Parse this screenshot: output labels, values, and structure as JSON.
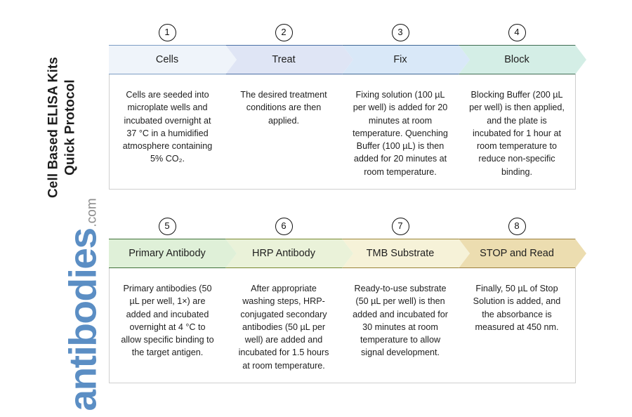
{
  "document": {
    "title": "Cell Based ELISA Kits\nQuick Protocol"
  },
  "brand": {
    "name": "antibodies",
    "tld": ".com",
    "color": "#5b8ec4",
    "tld_color": "#8d8d8d"
  },
  "flow": {
    "rows": [
      {
        "row_id": "row-1",
        "steps": [
          {
            "number": "1",
            "label": "Cells",
            "fill": "#eff4fa",
            "stroke": "#7d9dc4",
            "body": "Cells are seeded into microplate wells and incubated overnight at 37 °C in a humidified atmosphere containing 5% CO₂."
          },
          {
            "number": "2",
            "label": "Treat",
            "fill": "#dfe5f5",
            "stroke": "#4a6fa5",
            "body": "The desired treatment conditions are then applied."
          },
          {
            "number": "3",
            "label": "Fix",
            "fill": "#d9e8f8",
            "stroke": "#3f6796",
            "body": "Fixing solution (100 µL per well) is added for 20 minutes at room temperature. Quenching Buffer (100 µL) is then added for 20 minutes at room temperature."
          },
          {
            "number": "4",
            "label": "Block",
            "fill": "#d4eee6",
            "stroke": "#3e6b52",
            "body": "Blocking Buffer (200 µL per well) is then applied, and the plate is incubated for 1 hour at room temperature to reduce non-specific binding."
          }
        ]
      },
      {
        "row_id": "row-2",
        "steps": [
          {
            "number": "5",
            "label": "Primary Antibody",
            "fill": "#dff0d8",
            "stroke": "#3f7038",
            "body": "Primary antibodies (50 µL per well, 1×) are added and incubated overnight at 4 °C to allow specific binding to the target antigen."
          },
          {
            "number": "6",
            "label": "HRP Antibody",
            "fill": "#eaf2d9",
            "stroke": "#77872f",
            "body": "After appropriate washing steps, HRP-conjugated secondary antibodies (50 µL per well) are added and incubated for 1.5 hours at room temperature."
          },
          {
            "number": "7",
            "label": "TMB Substrate",
            "fill": "#f6f2d8",
            "stroke": "#9a8436",
            "body": "Ready-to-use substrate (50 µL per well) is then added and incubated for 30 minutes at room temperature to allow signal development."
          },
          {
            "number": "8",
            "label": "STOP and Read",
            "fill": "#ecddb0",
            "stroke": "#9c7f3d",
            "body": "Finally, 50 µL of Stop Solution is added, and the absorbance is measured at 450 nm."
          }
        ]
      }
    ]
  }
}
